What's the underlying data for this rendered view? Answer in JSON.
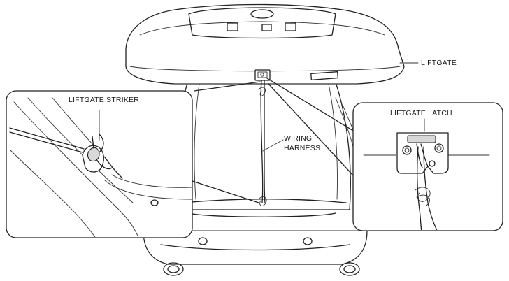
{
  "labels": {
    "liftgate": "LIFTGATE",
    "liftgate_striker": "LIFTGATE STRIKER",
    "wiring_harness_line1": "WIRING",
    "wiring_harness_line2": "HARNESS",
    "liftgate_latch": "LIFTGATE LATCH"
  },
  "icons": [
    "vehicle-rear-illustration",
    "liftgate-striker-detail",
    "liftgate-latch-detail"
  ],
  "colors": {
    "ink": "#222222",
    "background": "#ffffff"
  }
}
